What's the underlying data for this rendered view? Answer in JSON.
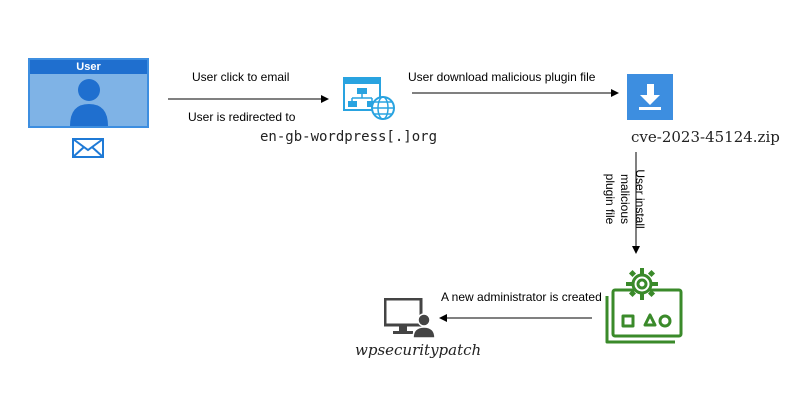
{
  "user_card": {
    "title": "User"
  },
  "labels": {
    "click_email": "User click to email",
    "redirected": "User is redirected to",
    "site": "en-gb-wordpress[.]org",
    "download": "User download malicious plugin file",
    "zip_name": "cve-2023-45124.zip",
    "install_line1": "User install",
    "install_line2": "malicious plugin file",
    "admin_created": "A new administrator is created",
    "attacker": "wpsecuritypatch"
  },
  "colors": {
    "user_header": "#1f6fcf",
    "user_body": "#7fb3e6",
    "email_icon": "#1f7ad6",
    "site_icon": "#29a3e0",
    "download_icon": "#3d8ee0",
    "plugin_icon": "#3a8a2a",
    "computer_icon": "#444444"
  },
  "icons": [
    "user-icon",
    "email-icon",
    "website-network-icon",
    "download-icon",
    "plugin-settings-icon",
    "computer-user-icon"
  ]
}
